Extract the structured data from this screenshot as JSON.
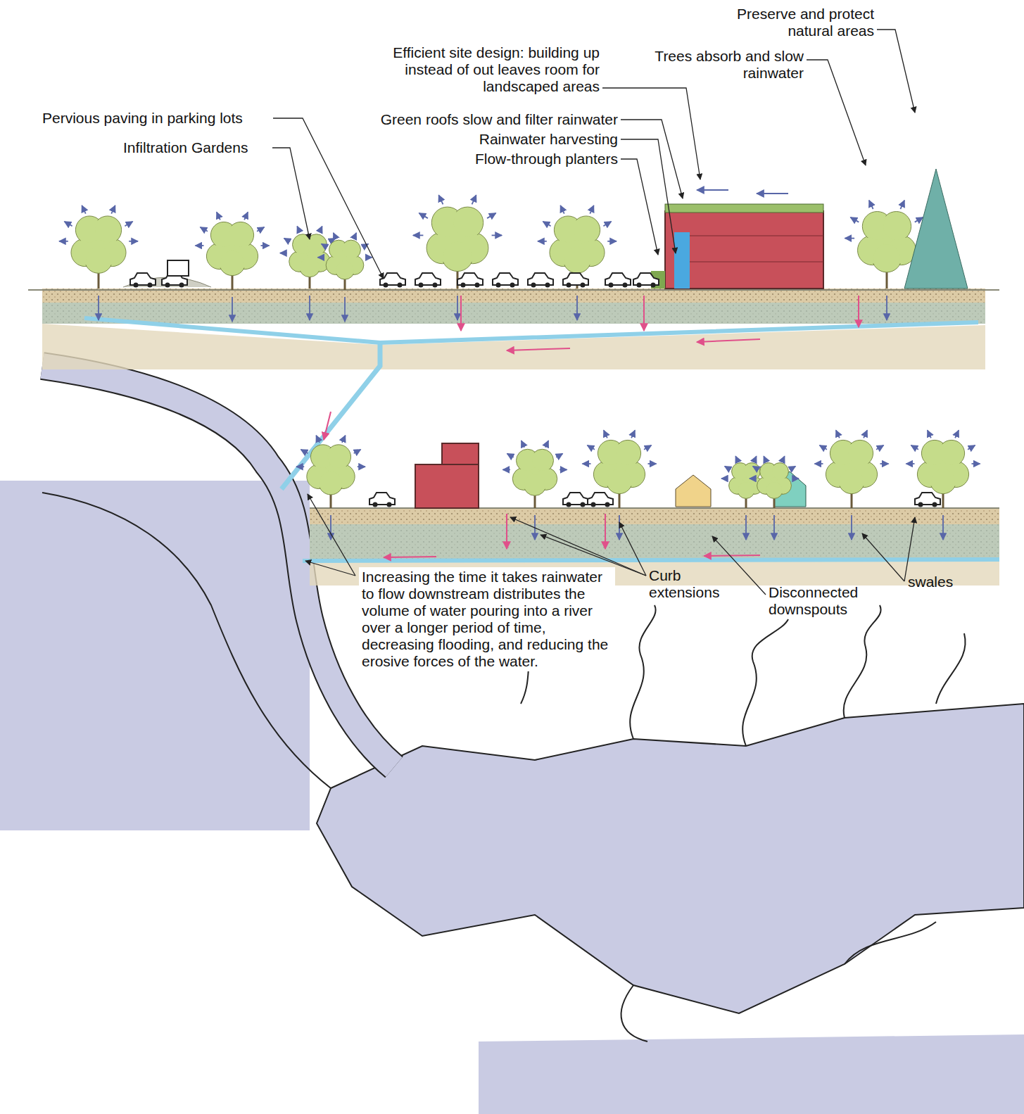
{
  "diagram": {
    "labels": [
      "Preserve and protect natural areas",
      "Trees absorb and slow rainwater",
      "Efficient site design: building up instead of out leaves room for landscaped areas",
      "Pervious paving in parking lots",
      "Green roofs slow and filter rainwater",
      "Rainwater harvesting",
      "Flow-through planters",
      "Infiltration Gardens",
      "Increasing the time it takes rainwater to flow downstream distributes the volume of water pouring into a river over a longer period of time, decreasing flooding, and reducing the erosive forces of the water.",
      "Curb extensions",
      "Disconnected downspouts",
      "swales"
    ]
  }
}
